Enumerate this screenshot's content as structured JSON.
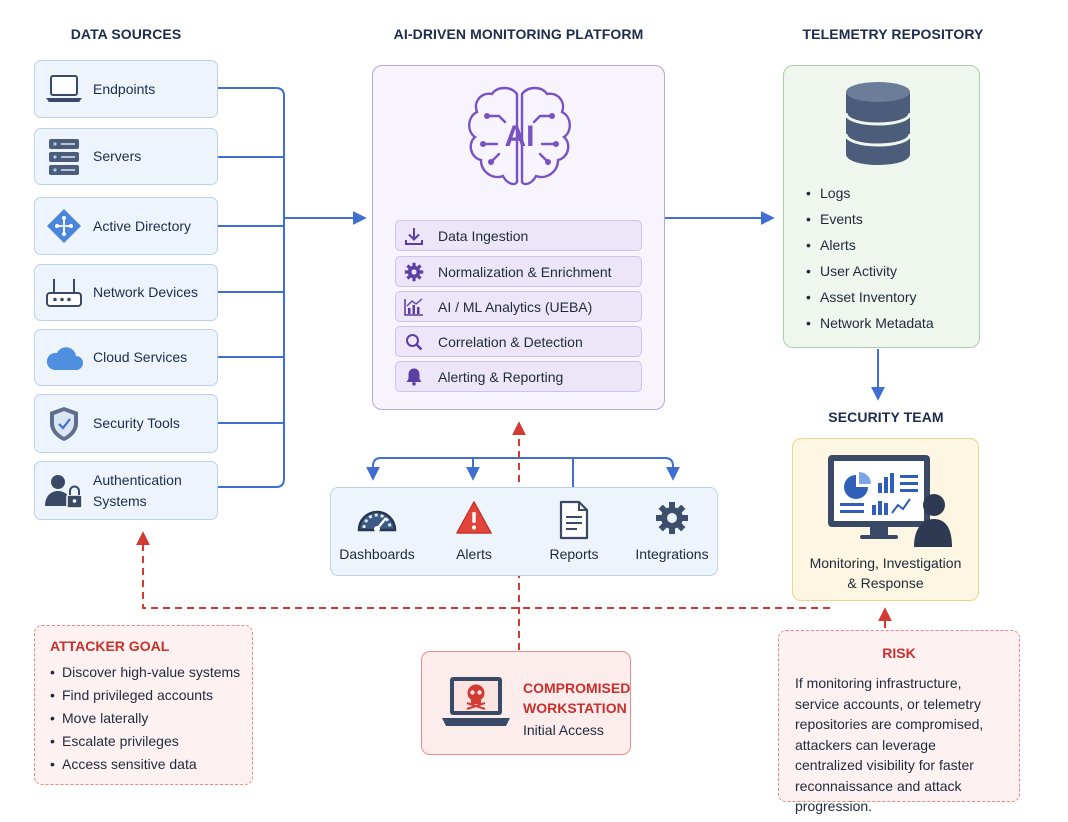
{
  "headings": {
    "data_sources": "DATA SOURCES",
    "platform": "AI-DRIVEN MONITORING PLATFORM",
    "telemetry": "TELEMETRY REPOSITORY",
    "security_team": "SECURITY TEAM"
  },
  "data_sources": [
    {
      "label": "Endpoints",
      "icon": "laptop-icon"
    },
    {
      "label": "Servers",
      "icon": "server-icon"
    },
    {
      "label": "Active Directory",
      "icon": "directory-icon"
    },
    {
      "label": "Network Devices",
      "icon": "router-icon"
    },
    {
      "label": "Cloud Services",
      "icon": "cloud-icon"
    },
    {
      "label": "Security Tools",
      "icon": "shield-icon"
    },
    {
      "label": "Authentication\nSystems",
      "icon": "user-lock-icon"
    }
  ],
  "platform": {
    "brain_label": "AI",
    "steps": [
      {
        "label": "Data Ingestion",
        "icon": "download-icon"
      },
      {
        "label": "Normalization & Enrichment",
        "icon": "gear-icon"
      },
      {
        "label": "AI / ML Analytics (UEBA)",
        "icon": "analytics-icon"
      },
      {
        "label": "Correlation & Detection",
        "icon": "search-icon"
      },
      {
        "label": "Alerting & Reporting",
        "icon": "bell-icon"
      }
    ]
  },
  "telemetry": {
    "items": [
      "Logs",
      "Events",
      "Alerts",
      "User Activity",
      "Asset Inventory",
      "Network Metadata"
    ]
  },
  "outputs": [
    {
      "label": "Dashboards",
      "icon": "gauge-icon"
    },
    {
      "label": "Alerts",
      "icon": "warning-icon"
    },
    {
      "label": "Reports",
      "icon": "document-icon"
    },
    {
      "label": "Integrations",
      "icon": "gear-icon"
    }
  ],
  "security_team": {
    "caption": "Monitoring, Investigation\n& Response"
  },
  "attacker_goal": {
    "title": "ATTACKER GOAL",
    "items": [
      "Discover high-value systems",
      "Find privileged accounts",
      "Move laterally",
      "Escalate privileges",
      "Access sensitive data"
    ]
  },
  "compromised": {
    "title": "COMPROMISED\nWORKSTATION",
    "subtitle": "Initial Access"
  },
  "risk": {
    "title": "RISK",
    "text": "If monitoring infrastructure, service accounts, or telemetry repositories are compromised, attackers can leverage centralized visibility for faster reconnaissance and attack progression."
  },
  "colors": {
    "flow_blue": "#3f6fd0",
    "attack_red": "#d23b32",
    "platform_purple": "#7a52c4",
    "telemetry_green": "#a8d0a8",
    "team_yellow": "#ecd48c"
  }
}
